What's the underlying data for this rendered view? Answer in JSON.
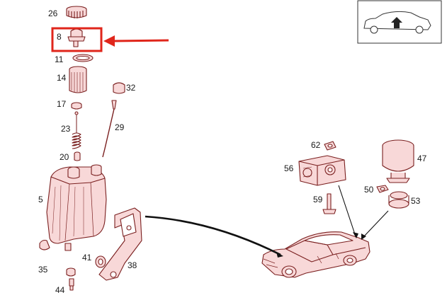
{
  "colors": {
    "part_fill": "#f8d8d8",
    "part_line": "#7a1f1f",
    "highlight": "#e0261b",
    "text": "#1a1a1a",
    "leader": "#111111"
  },
  "icons": {
    "view_indicator": "car-side-view-arrow-up-icon",
    "callout_arrow": "red-arrow-icon"
  },
  "highlighted_part": "8",
  "labels": {
    "p26": "26",
    "p8": "8",
    "p11": "11",
    "p14": "14",
    "p32": "32",
    "p17": "17",
    "p29": "29",
    "p23": "23",
    "p20": "20",
    "p5": "5",
    "p62": "62",
    "p56": "56",
    "p47": "47",
    "p59": "59",
    "p50": "50",
    "p53": "53",
    "p41": "41",
    "p38": "38",
    "p35": "35",
    "p44": "44"
  }
}
